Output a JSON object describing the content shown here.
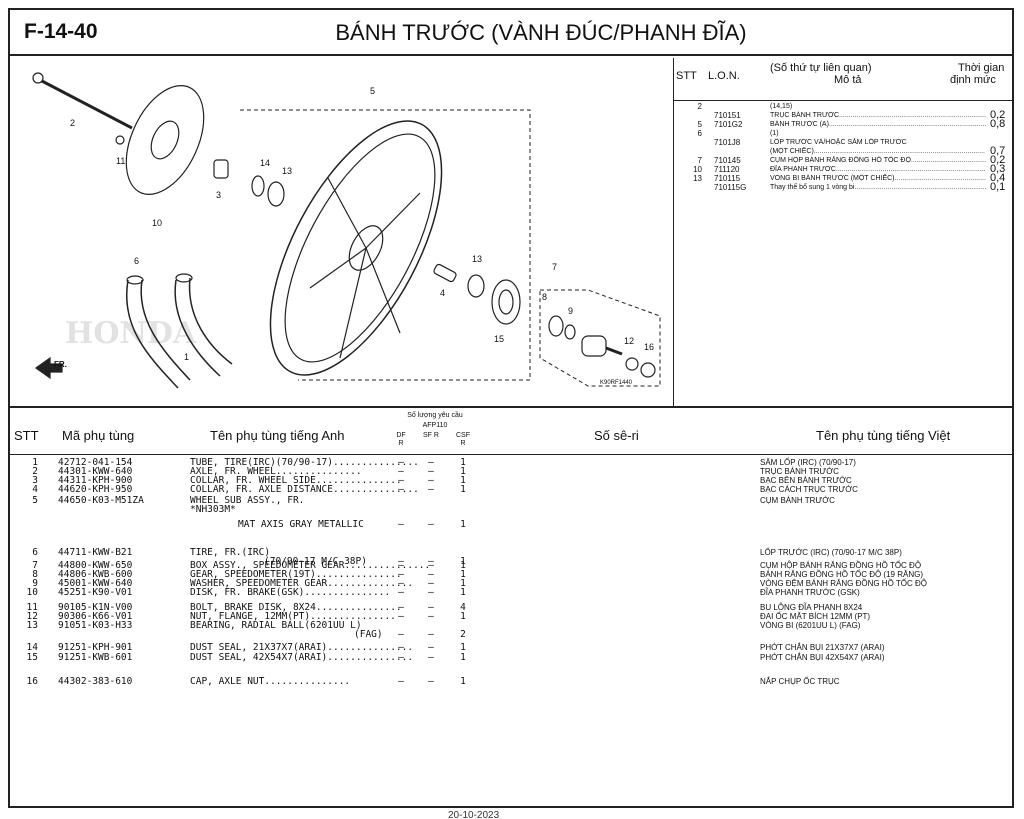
{
  "header": {
    "code": "F-14-40",
    "title": "BÁNH TRƯỚC (VÀNH ĐÚC/PHANH ĐĨA)"
  },
  "diagram": {
    "callouts": [
      "1",
      "2",
      "3",
      "4",
      "5",
      "6",
      "7",
      "8",
      "9",
      "10",
      "11",
      "12",
      "13",
      "13",
      "14",
      "15",
      "16"
    ],
    "ref_code": "K90RF1440",
    "direction": "FR.",
    "watermark": "HONDA"
  },
  "lon_table": {
    "headers": {
      "stt": "STT",
      "lon": "L.O.N.",
      "desc_top": "(Số thứ tự liên quan)",
      "desc_bottom": "Mô tả",
      "time_top": "Thời gian",
      "time_bottom": "định mức"
    },
    "rows": [
      {
        "stt": "2",
        "code": "",
        "desc": "(14,15)",
        "time": ""
      },
      {
        "stt": "",
        "code": "710151",
        "desc": "TRỤC BÁNH TRƯỚC",
        "time": "0,2"
      },
      {
        "stt": "5",
        "code": "7101G2",
        "desc": "BÁNH TRƯỚC (A)",
        "time": "0,8"
      },
      {
        "stt": "6",
        "code": "",
        "desc": "(1)",
        "time": ""
      },
      {
        "stt": "",
        "code": "7101J8",
        "desc": "LỐP TRƯỚC VÀ/HOẶC SĂM LỐP TRƯỚC",
        "time": ""
      },
      {
        "stt": "",
        "code": "",
        "desc": "(MỘT CHIẾC)",
        "time": "0,7"
      },
      {
        "stt": "7",
        "code": "710145",
        "desc": "CỤM HỘP BÁNH RĂNG ĐỒNG HỒ TỐC ĐỘ",
        "time": "0,2"
      },
      {
        "stt": "10",
        "code": "711120",
        "desc": "ĐĨA PHANH TRƯỚC",
        "time": "0,3"
      },
      {
        "stt": "13",
        "code": "710115",
        "desc": "VÒNG BI BÁNH TRƯỚC (MỘT CHIẾC)",
        "time": "0,4"
      },
      {
        "stt": "",
        "code": "710115G",
        "desc": "Thay thế bổ sung 1 vòng bi",
        "time": "0,1"
      }
    ]
  },
  "parts_table": {
    "headers": {
      "stt": "STT",
      "part_no": "Mã phụ tùng",
      "name_en": "Tên phụ tùng tiếng Anh",
      "qty": "Số lượng yêu cầu",
      "qty_model": "AFP110",
      "qty_cols": [
        "DF R",
        "SF R",
        "CSF R"
      ],
      "serial": "Số sê-ri",
      "name_vn": "Tên phụ tùng tiếng Việt"
    },
    "rows": [
      {
        "stt": "1",
        "part_no": "42712-041-154",
        "name_en": "TUBE, TIRE(IRC)(70/90-17)",
        "df": "–",
        "sf": "–",
        "csf": "1",
        "name_vn": "SĂM LỐP (IRC) (70/90-17)"
      },
      {
        "stt": "2",
        "part_no": "44301-KWW-640",
        "name_en": "AXLE, FR. WHEEL",
        "df": "–",
        "sf": "–",
        "csf": "1",
        "name_vn": "TRỤC BÁNH TRƯỚC"
      },
      {
        "stt": "3",
        "part_no": "44311-KPH-900",
        "name_en": "COLLAR, FR. WHEEL SIDE",
        "df": "–",
        "sf": "–",
        "csf": "1",
        "name_vn": "BẠC BÊN BÁNH TRƯỚC"
      },
      {
        "stt": "4",
        "part_no": "44620-KPH-950",
        "name_en": "COLLAR, FR. AXLE DISTANCE",
        "df": "–",
        "sf": "–",
        "csf": "1",
        "name_vn": "BẠC CÁCH TRỤC TRƯỚC"
      },
      {
        "stt": "5",
        "part_no": "44650-K03-M51ZA",
        "name_en": "WHEEL SUB ASSY., FR.",
        "name_en_2": "*NH303M*",
        "name_en_3": "MAT AXIS GRAY METALLIC",
        "df": "–",
        "sf": "–",
        "csf": "1",
        "name_vn": "CỤM BÁNH TRƯỚC"
      },
      {
        "stt": "6",
        "part_no": "44711-KWW-B21",
        "name_en": "TIRE, FR.(IRC)",
        "name_en_2": "(70/90-17 M/C 38P)",
        "df": "–",
        "sf": "–",
        "csf": "1",
        "name_vn": "LỐP TRƯỚC (IRC) (70/90-17 M/C 38P)"
      },
      {
        "stt": "7",
        "part_no": "44800-KWW-650",
        "name_en": "BOX ASSY., SPEEDOMETER GEAR",
        "df": "–",
        "sf": "–",
        "csf": "1",
        "name_vn": "CỤM HỘP BÁNH RĂNG ĐỒNG HỒ TỐC ĐỘ"
      },
      {
        "stt": "8",
        "part_no": "44806-KWB-600",
        "name_en": "GEAR, SPEEDOMETER(19T)",
        "df": "–",
        "sf": "–",
        "csf": "1",
        "name_vn": "BÁNH RĂNG ĐỒNG HỒ TỐC ĐỘ (19 RĂNG)"
      },
      {
        "stt": "9",
        "part_no": "45001-KWW-640",
        "name_en": "WASHER, SPEEDOMETER GEAR",
        "df": "–",
        "sf": "–",
        "csf": "1",
        "name_vn": "VÒNG ĐỆM BÁNH RĂNG ĐỒNG HỒ TỐC ĐỘ"
      },
      {
        "stt": "10",
        "part_no": "45251-K90-V01",
        "name_en": "DISK, FR. BRAKE(GSK)",
        "df": "–",
        "sf": "–",
        "csf": "1",
        "name_vn": "ĐĨA PHANH TRƯỚC (GSK)"
      },
      {
        "stt": "11",
        "part_no": "90105-K1N-V00",
        "name_en": "BOLT, BRAKE DISK, 8X24",
        "df": "–",
        "sf": "–",
        "csf": "4",
        "name_vn": "BU LÔNG ĐĨA PHANH 8X24"
      },
      {
        "stt": "12",
        "part_no": "90306-K66-V01",
        "name_en": "NUT, FLANGE, 12MM(PT)",
        "df": "–",
        "sf": "–",
        "csf": "1",
        "name_vn": "ĐAI ỐC MẶT BÍCH 12MM (PT)"
      },
      {
        "stt": "13",
        "part_no": "91051-K03-H33",
        "name_en": "BEARING, RADIAL BALL(6201UU L)",
        "name_en_2": "(FAG)",
        "df": "–",
        "sf": "–",
        "csf": "2",
        "name_vn": "VÒNG BI (6201UU L) (FAG)"
      },
      {
        "stt": "14",
        "part_no": "91251-KPH-901",
        "name_en": "DUST SEAL, 21X37X7(ARAI)",
        "df": "–",
        "sf": "–",
        "csf": "1",
        "name_vn": "PHỚT CHẮN BỤI 21X37X7 (ARAI)"
      },
      {
        "stt": "15",
        "part_no": "91251-KWB-601",
        "name_en": "DUST SEAL, 42X54X7(ARAI)",
        "df": "–",
        "sf": "–",
        "csf": "1",
        "name_vn": "PHỚT CHẮN BỤI 42X54X7 (ARAI)"
      },
      {
        "stt": "16",
        "part_no": "44302-383-610",
        "name_en": "CAP, AXLE NUT",
        "df": "–",
        "sf": "–",
        "csf": "1",
        "name_vn": "NẮP CHỤP ỐC TRỤC"
      }
    ]
  },
  "footer": {
    "text": "20-10-2023"
  },
  "colors": {
    "line": "#222222",
    "watermark": "#d8d8d8"
  }
}
